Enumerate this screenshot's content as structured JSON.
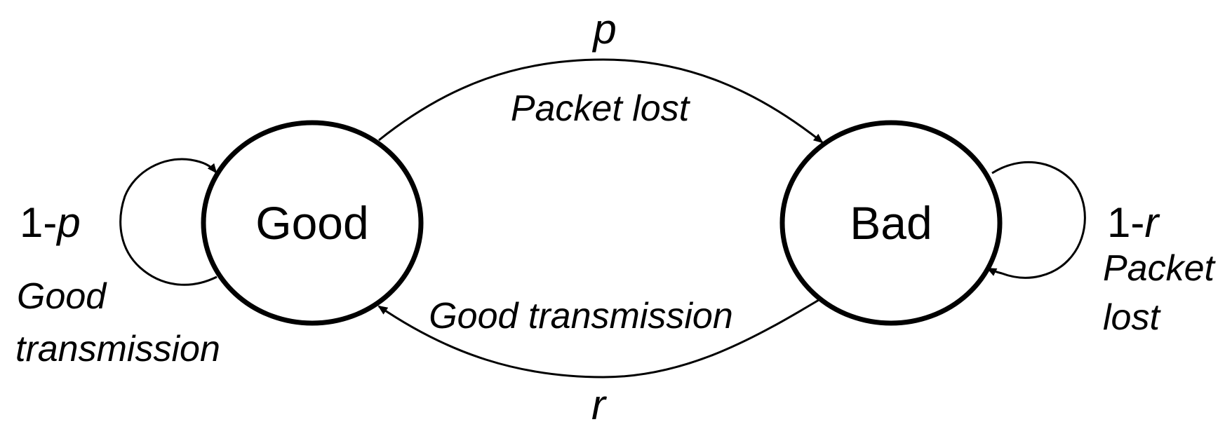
{
  "states": {
    "good": {
      "label": "Good"
    },
    "bad": {
      "label": "Bad"
    }
  },
  "transitions": {
    "good_to_bad": {
      "prob": "p",
      "event": "Packet lost"
    },
    "bad_to_good": {
      "prob": "r",
      "event": "Good transmission"
    },
    "good_self": {
      "prob_prefix": "1-",
      "prob_var": "p",
      "event_line1": "Good",
      "event_line2": "transmission"
    },
    "bad_self": {
      "prob_prefix": "1-",
      "prob_var": "r",
      "event_line1": "Packet",
      "event_line2": "lost"
    }
  }
}
